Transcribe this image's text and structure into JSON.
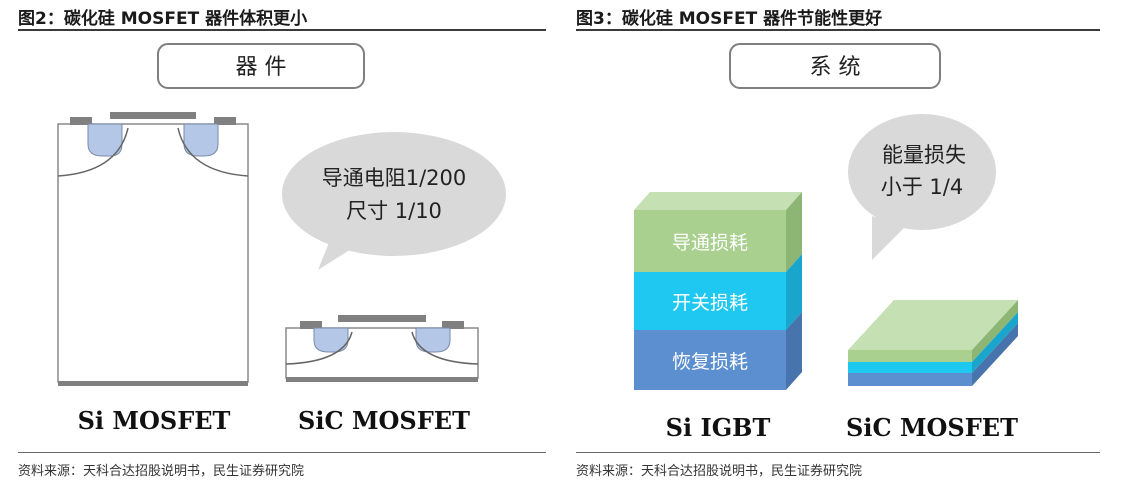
{
  "left": {
    "title": "图2：碳化硅 MOSFET 器件体积更小",
    "header_box": "器 件",
    "bubble_line1": "导通电阻1/200",
    "bubble_line2": "尺寸 1/10",
    "label_si": "Si MOSFET",
    "label_sic": "SiC MOSFET",
    "source": "资料来源：天科合达招股说明书，民生证券研究院"
  },
  "right": {
    "title": "图3：碳化硅 MOSFET 器件节能性更好",
    "header_box": "系 统",
    "bubble_line1": "能量损失",
    "bubble_line2": "小于 1/4",
    "layer_top": "导通损耗",
    "layer_mid": "开关损耗",
    "layer_bottom": "恢复损耗",
    "label_si": "Si IGBT",
    "label_sic": "SiC MOSFET",
    "source": "资料来源：天科合达招股说明书，民生证券研究院"
  },
  "colors": {
    "green_front": "#a9d08e",
    "green_top": "#c5e0b3",
    "green_side": "#8db574",
    "cyan_front": "#1fc8f0",
    "cyan_side": "#1aa6cc",
    "blue_front": "#5b8fd0",
    "blue_side": "#4874ad",
    "well": "#b4c7e7",
    "metal": "#808080",
    "bubble": "#d9d9d9"
  }
}
